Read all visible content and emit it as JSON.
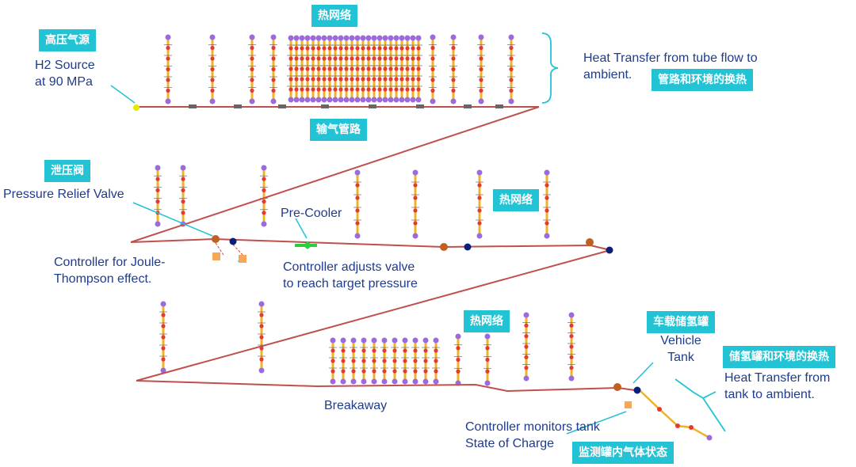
{
  "tags": {
    "thermal_network_top": "热网络",
    "hp_source": "高压气源",
    "pipe_env_heat": "管路和环境的换热",
    "gas_pipeline": "输气管路",
    "relief_valve": "泄压阀",
    "thermal_network_mid": "热网络",
    "thermal_network_bot": "热网络",
    "vehicle_tank": "车载储氢罐",
    "tank_env_heat": "储氢罐和环境的换热",
    "monitor_tank_gas": "监测罐内气体状态"
  },
  "labels": {
    "h2_source_l1": "H2 Source",
    "h2_source_l2": "at 90 MPa",
    "heat_tube_l1": "Heat Transfer from tube flow to",
    "heat_tube_l2": "ambient.",
    "prv": "Pressure Relief Valve",
    "precooler": "Pre-Cooler",
    "jt_l1": "Controller for Joule-",
    "jt_l2": "Thompson effect.",
    "valve_ctrl_l1": "Controller adjusts valve",
    "valve_ctrl_l2": "to reach target pressure",
    "vehicle_l1": "Vehicle",
    "vehicle_l2": "Tank",
    "heat_tank_l1": "Heat Transfer from",
    "heat_tank_l2": "tank to ambient.",
    "breakaway": "Breakaway",
    "soc_l1": "Controller monitors tank",
    "soc_l2": "State of Charge"
  },
  "colors": {
    "accent": "#22c3d4",
    "label_text": "#1f3c8c",
    "pipe": "#c0504d",
    "thermal_stem": "#f0b323",
    "node_red": "#e53935",
    "node_purple": "#9c6ade",
    "valve_orange": "#c06020",
    "node_navy": "#0b1e78",
    "precooler_green": "#2ecc40"
  }
}
